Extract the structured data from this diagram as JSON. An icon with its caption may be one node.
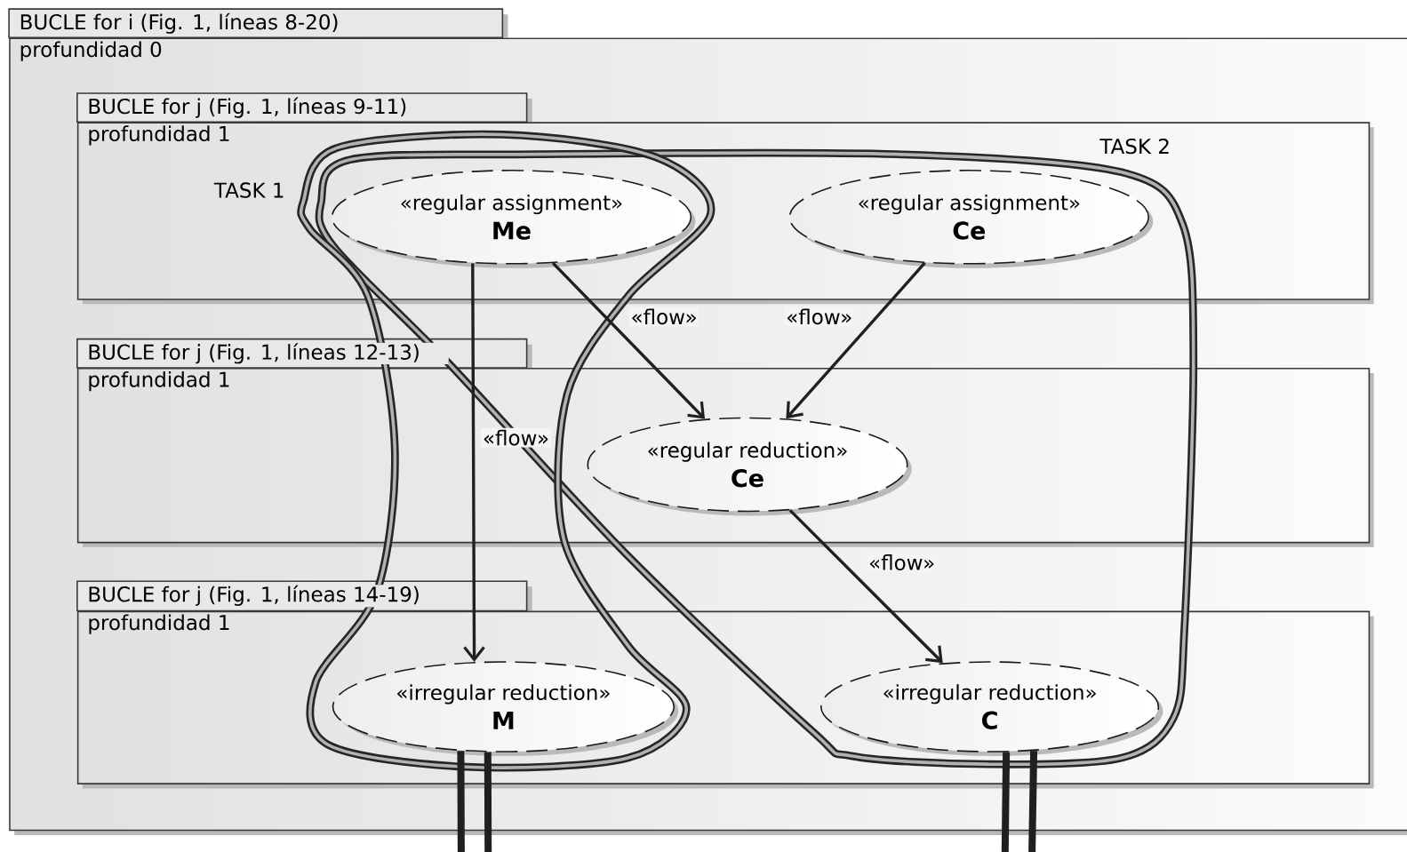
{
  "diagram": {
    "nodes": [
      {
        "text": [
          "BUCLE for i (Fig. 1, líneas 8-20)",
          "profundidad 0"
        ]
      },
      {
        "text": [
          "BUCLE for j (Fig. 1, líneas 9-11)",
          "profundidad 1"
        ],
        "in": 0
      },
      {
        "text": [
          "«regular assignment»",
          "Me"
        ],
        "in": 1
      },
      {
        "text": [
          "«regular assignment»",
          "Ce"
        ],
        "in": 1
      },
      {
        "text": [
          "BUCLE for j (Fig. 1, líneas 12-13)",
          "profundidad 1"
        ],
        "in": 0
      },
      {
        "text": [
          "«regular reduction»",
          "Ce"
        ],
        "in": 4
      },
      {
        "text": [
          "BUCLE for j (Fig. 1, líneas 14-19)",
          "profundidad 1"
        ],
        "in": 0
      },
      {
        "text": [
          "«irregular reduction»",
          "M"
        ],
        "in": 6
      },
      {
        "text": [
          "«irregular reduction»",
          "C"
        ],
        "in": 6
      }
    ],
    "edges": [
      {
        "from": 2,
        "to": 7,
        "arrow": "to",
        "label": "«flow»"
      },
      {
        "from": 2,
        "to": 5,
        "arrow": "to",
        "label": "«flow»"
      },
      {
        "from": 3,
        "to": 5,
        "arrow": "to",
        "label": "«flow»"
      },
      {
        "from": 5,
        "to": 8,
        "arrow": "to",
        "label": "«flow»"
      },
      {
        "from": 7,
        "to": null,
        "arrow": "none",
        "style": "thick"
      },
      {
        "from": 7,
        "to": null,
        "arrow": "none",
        "style": "thick"
      },
      {
        "from": 8,
        "to": null,
        "arrow": "none",
        "style": "thick"
      },
      {
        "from": 8,
        "to": null,
        "arrow": "none",
        "style": "thick"
      }
    ],
    "labels": [
      "TASK 2",
      "TASK 1"
    ]
  }
}
